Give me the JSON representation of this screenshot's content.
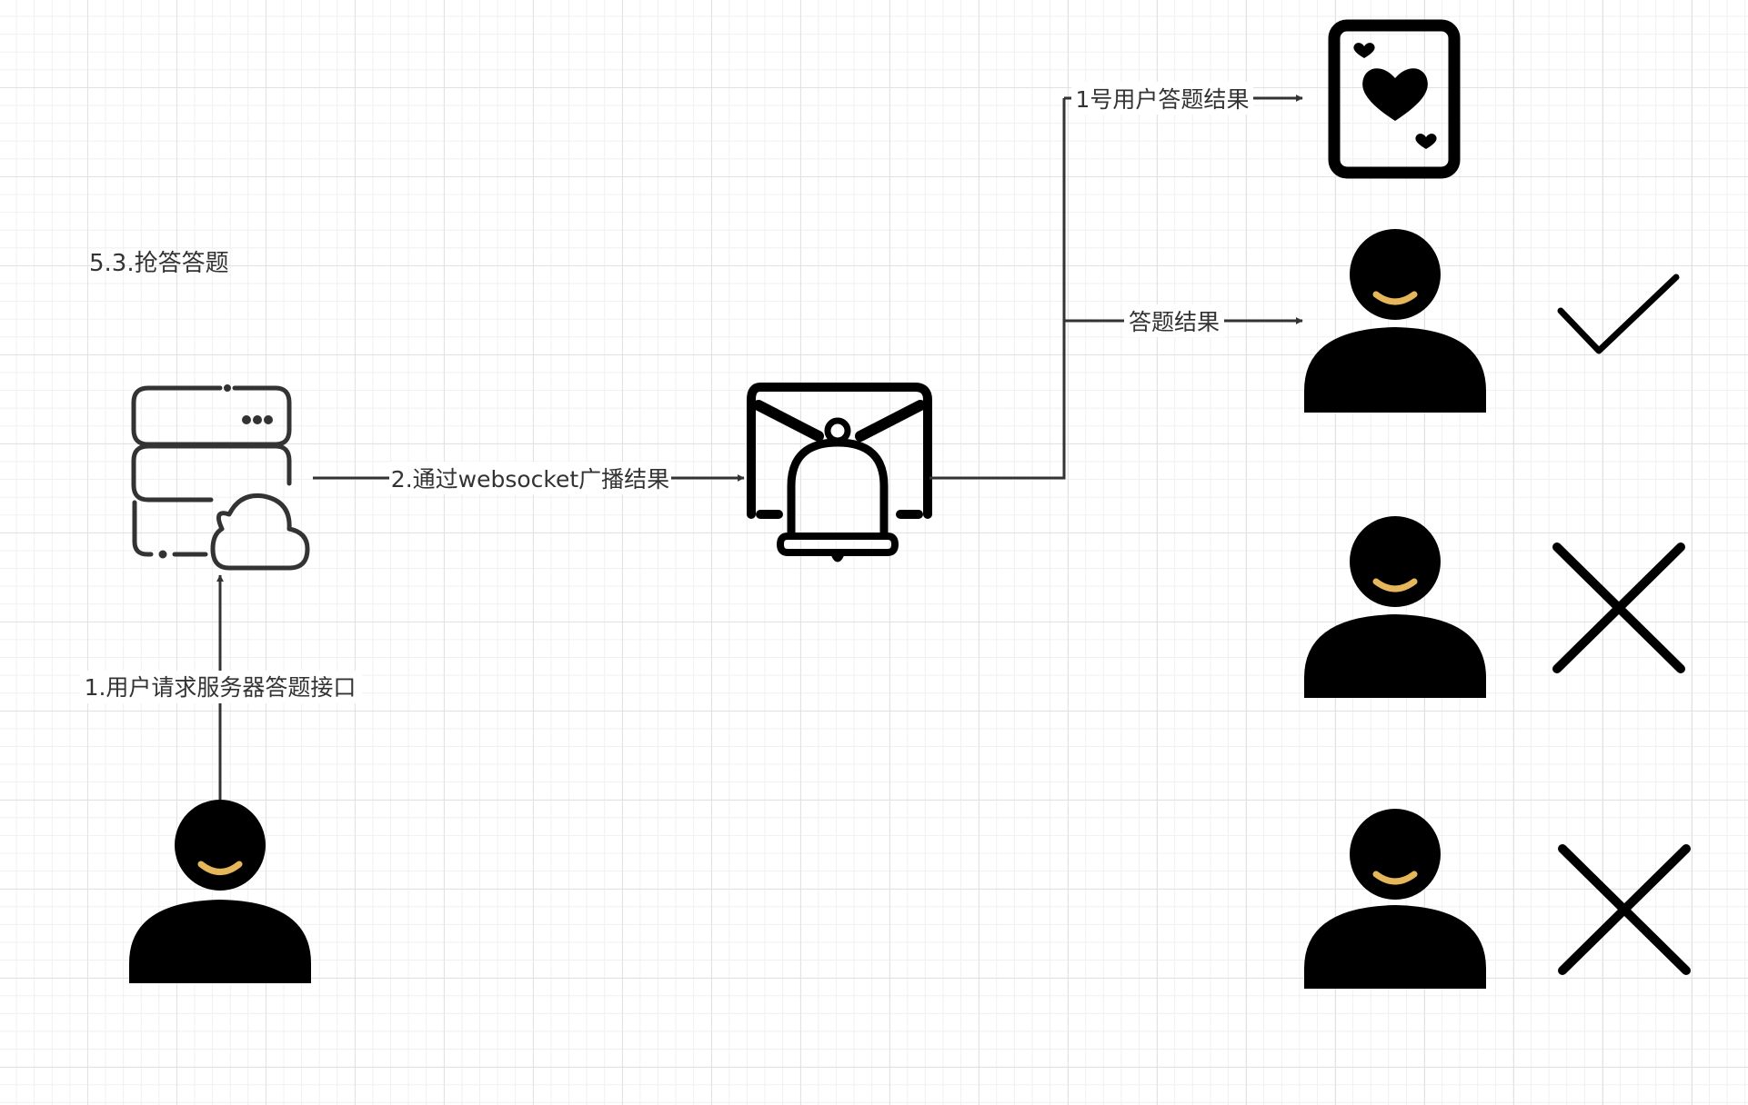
{
  "diagram": {
    "title": "5.3.抢答答题",
    "edges": {
      "request_label": "1.用户请求服务器答题接口",
      "broadcast_label": "2.通过websocket广播结果",
      "winner_label": "1号用户答题结果",
      "result_label": "答题结果"
    },
    "icons": {
      "server": "server-cloud-icon",
      "bell": "notification-bell-icon",
      "card": "heart-card-icon",
      "user": "user-icon",
      "check": "check-icon",
      "cross": "cross-icon"
    },
    "colors": {
      "icon": "#000000",
      "smile": "#E6B65A",
      "line": "#333333",
      "server_outline": "#333333"
    }
  }
}
